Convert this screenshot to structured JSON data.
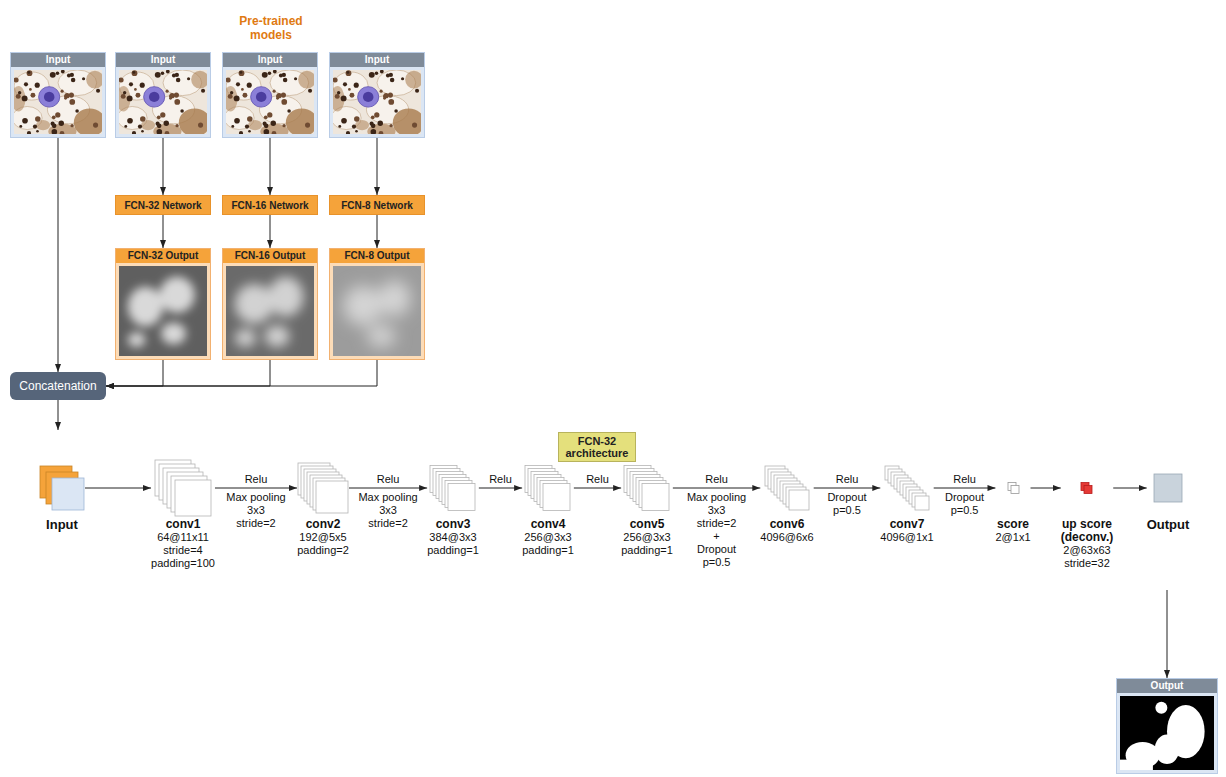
{
  "diagram": {
    "nodes": [
      {
        "text": [
          "Input"
        ]
      },
      {
        "text": [
          "Pre-trained models"
        ]
      },
      {
        "text": [
          "Input"
        ],
        "in": 1
      },
      {
        "text": [
          "Input"
        ],
        "in": 1
      },
      {
        "text": [
          "Input"
        ],
        "in": 1
      },
      {
        "text": [
          "FCN-32 Network"
        ],
        "in": 1
      },
      {
        "text": [
          "FCN-16 Network"
        ],
        "in": 1
      },
      {
        "text": [
          "FCN-8 Network"
        ],
        "in": 1
      },
      {
        "text": [
          "FCN-32 Output"
        ],
        "in": 1
      },
      {
        "text": [
          "FCN-16 Output"
        ],
        "in": 1
      },
      {
        "text": [
          "FCN-8 Output"
        ],
        "in": 1
      },
      {
        "text": [
          "Concatenation"
        ]
      },
      {
        "text": [
          "FCN-32 architecture"
        ]
      },
      {
        "text": [
          "Input"
        ],
        "in": 12
      },
      {
        "text": [
          "conv1",
          "64@11x11",
          "stride=4",
          "padding=100"
        ],
        "in": 12
      },
      {
        "text": [
          "conv2",
          "192@5x5",
          "padding=2"
        ],
        "in": 12
      },
      {
        "text": [
          "conv3",
          "384@3x3",
          "padding=1"
        ],
        "in": 12
      },
      {
        "text": [
          "conv4",
          "256@3x3",
          "padding=1"
        ],
        "in": 12
      },
      {
        "text": [
          "conv5",
          "256@3x3",
          "padding=1"
        ],
        "in": 12
      },
      {
        "text": [
          "conv6",
          "4096@6x6"
        ],
        "in": 12
      },
      {
        "text": [
          "conv7",
          "4096@1x1"
        ],
        "in": 12
      },
      {
        "text": [
          "score",
          "2@1x1"
        ],
        "in": 12
      },
      {
        "text": [
          "up score",
          "(deconv.)",
          "2@63x63",
          "stride=32"
        ],
        "in": 12
      },
      {
        "text": [
          "Output"
        ],
        "in": 12
      },
      {
        "text": [
          "Output"
        ]
      }
    ],
    "edges": [
      {
        "from": 0,
        "to": 11,
        "arrow": "to"
      },
      {
        "from": 2,
        "to": 5,
        "arrow": "to"
      },
      {
        "from": 3,
        "to": 6,
        "arrow": "to"
      },
      {
        "from": 4,
        "to": 7,
        "arrow": "to"
      },
      {
        "from": 5,
        "to": 8,
        "arrow": "to"
      },
      {
        "from": 6,
        "to": 9,
        "arrow": "to"
      },
      {
        "from": 7,
        "to": 10,
        "arrow": "to"
      },
      {
        "from": 8,
        "to": 11,
        "arrow": "to"
      },
      {
        "from": 9,
        "to": 11,
        "arrow": "to"
      },
      {
        "from": 10,
        "to": 11,
        "arrow": "to"
      },
      {
        "from": 11,
        "to": 12,
        "arrow": "to"
      },
      {
        "from": 13,
        "to": 14,
        "arrow": "to"
      },
      {
        "from": 14,
        "to": 15,
        "label": "Relu",
        "arrow": "to"
      },
      {
        "from": 15,
        "to": 16,
        "label": "Relu",
        "arrow": "to"
      },
      {
        "from": 16,
        "to": 17,
        "label": "Relu",
        "arrow": "to"
      },
      {
        "from": 17,
        "to": 18,
        "label": "Relu",
        "arrow": "to"
      },
      {
        "from": 18,
        "to": 19,
        "label": "Relu",
        "arrow": "to"
      },
      {
        "from": 19,
        "to": 20,
        "label": "Relu",
        "arrow": "to"
      },
      {
        "from": 20,
        "to": 21,
        "label": "Relu",
        "arrow": "to"
      },
      {
        "from": 21,
        "to": 22,
        "arrow": "to"
      },
      {
        "from": 22,
        "to": 23,
        "arrow": "to"
      },
      {
        "from": 12,
        "to": 24,
        "arrow": "to"
      }
    ],
    "labels": [
      "Max pooling",
      "3x3",
      "stride=2",
      "Max pooling",
      "3x3",
      "stride=2",
      "Max pooling",
      "3x3",
      "stride=2",
      "+",
      "Dropout",
      "p=0.5",
      "Dropout",
      "p=0.5",
      "Dropout",
      "p=0.5"
    ]
  }
}
